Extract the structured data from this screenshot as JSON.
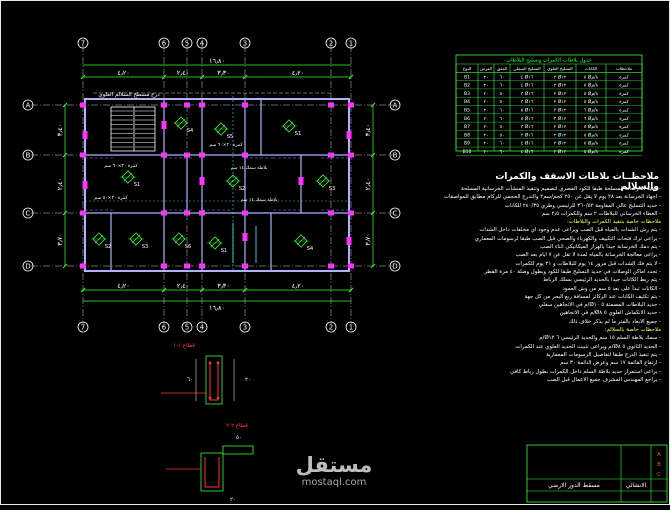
{
  "sheet": {
    "drawing_title": "مسقط الدور الارضي",
    "sheet_label": "الانشائي",
    "tb_marks": [
      "A",
      "B",
      "C"
    ]
  },
  "grid": {
    "columns": [
      "7",
      "6",
      "5",
      "4",
      "3",
      "2",
      "1"
    ],
    "rows": [
      "A",
      "B",
      "C",
      "D"
    ]
  },
  "plan": {
    "stair_label": "درج مسطح السلالم العلوي",
    "top_dims": [
      "٤٫٢٠",
      "٢٫٤٠",
      "٣٫٣٠",
      "٤٫٢٠"
    ],
    "top_total": "١٦٫٨٠",
    "bottom_dims": [
      "٤٫٢٠",
      "٢٫٤٠",
      "٣٫٣٠",
      "٤٫٢٠"
    ],
    "bottom_total": "١٦٫٨٠",
    "left_dims": [
      "٣٫٤٠",
      "٢٫٤٠",
      "٣٫٧٠"
    ],
    "right_dims": [
      "٣٫٤٠",
      "٢٫٤٠",
      "٣٫٧٠"
    ],
    "slab_labels": [
      "S1",
      "S2",
      "S3",
      "S4",
      "S5",
      "S1",
      "S2",
      "S3",
      "S6",
      "S1",
      "S4"
    ],
    "slab_notes": [
      "كمرة ٢٠×٦٠ سم",
      "بلاطة سمك ١٤ سم",
      "كمرة ٢٠×٥٠ سم",
      "بلاطة سمك ١٤ سم",
      "كمرة ٢٠×٦٠ سم"
    ]
  },
  "table": {
    "title": "جدول بلاطات الكمرات وتسليح البلاطات",
    "headers": [
      "النوع",
      "العرض",
      "العمق",
      "التسليح السفلي",
      "التسليح العلوي",
      "الكانات",
      "ملاحظات"
    ],
    "rows": [
      [
        "B1",
        "٢٠",
        "٦٠",
        "٤ Ø١٦",
        "٢ Ø١٢",
        "٥ Ø٨/م",
        "كمرة"
      ],
      [
        "B2",
        "٢٠",
        "٦٠",
        "٤ Ø١٦",
        "٢ Ø١٢",
        "٥ Ø٨/م",
        "كمرة"
      ],
      [
        "B3",
        "٢٠",
        "٥٠",
        "٣ Ø١٦",
        "٢ Ø١٢",
        "٥ Ø٨/م",
        "كمرة"
      ],
      [
        "B4",
        "٢٠",
        "٥٠",
        "٣ Ø١٦",
        "٢ Ø١٢",
        "٥ Ø٨/م",
        "كمرة"
      ],
      [
        "B5",
        "٢٠",
        "٦٠",
        "٥ Ø١٦",
        "٣ Ø١٢",
        "٦ Ø٨/م",
        "كمرة"
      ],
      [
        "B6",
        "٢٠",
        "٦٠",
        "٥ Ø١٦",
        "٣ Ø١٢",
        "٦ Ø٨/م",
        "كمرة"
      ],
      [
        "B7",
        "٢٠",
        "٥٠",
        "٣ Ø١٦",
        "٢ Ø١٢",
        "٥ Ø٨/م",
        "كمرة"
      ],
      [
        "B8",
        "٢٠",
        "٥٠",
        "٣ Ø١٦",
        "٢ Ø١٢",
        "٥ Ø٨/م",
        "كمرة"
      ],
      [
        "B9",
        "٢٠",
        "٦٠",
        "٤ Ø١٦",
        "٢ Ø١٢",
        "٥ Ø٨/م",
        "كمرة"
      ],
      [
        "B10",
        "٢٠",
        "٦٠",
        "٤ Ø١٦",
        "٢ Ø١٢",
        "٥ Ø٨/م",
        "كمرة"
      ]
    ]
  },
  "notes": {
    "title": "ملاحظــات بلاطات الاسقف والكمرات والسلالم",
    "lines": [
      "- تنفيذ الخرسانة المسلحة طبقا للكود المصري لتصميم وتنفيذ المنشآت الخرسانية المسلحة",
      "- اجهاد الخرسانة بعد ٢٨ يوم لا يقل عن ٢٥٠ كجم/سم٢ والتدرج الحجمي للركام مطابق للمواصفات",
      "- حديد التسليح عالي المقاومة ٣٦٠/٥٢ للرئيسي وطري ٢٤٠/٣٥ للكانات",
      "- الغطاء الخرساني للبلاطات ٢ سم وللكمرات ٢٫٥ سم",
      "ملاحظات خاصة بتنفيذ الكمرات والبلاطات:",
      "- يتم رش الشدات بالمياه قبل الصب ويراعى عدم وجود اي مخلفات داخل الشدات",
      "- يراعى ترك فتحات التكييف والكهرباء والصحي قبل الصب طبقا لرسومات المعماري",
      "- يتم دمك الخرسانة جيدا بالهزاز الميكانيكي اثناء الصب",
      "- يراعى معالجة الخرسانة بالمياه لمدة لا تقل عن ٧ ايام بعد الصب",
      "- لا يتم فك الشدات قبل مرور ١٤ يوم للبلاطات و ٢١ يوم للكمرات",
      "- تحدد اماكن الوصلات في حديد التسليح طبقا للكود وبطول وصلة ٤٠ مرة القطر",
      "- يتم ربط الكانات جيدا بالحديد الرئيسي بسلك الرباط",
      "- الكانات تبدأ على بعد ٥ سم من وش العمود",
      "- يتم تكثيف الكانات عند الركائز لمسافة ربع البحر من كل جهة",
      "- حديد البلاطات المصمتة ٥ Ø١٠/م في الاتجاهين سفلي",
      "- حديد الانكماش العلوي ٥ Ø٨/م في الاتجاهين",
      "- جميع الابعاد بالمتر ما لم يذكر خلاف ذلك",
      "ملاحظات خاصة بالسلالم:",
      "- سمك بلاطة السلم ١٥ سم والحديد الرئيسي ٦ Ø١٢/م",
      "- الحديد الثانوي ٥ Ø٨/م ويراعى تثبيت الحديد العلوي عند الكمرات",
      "- يتم تنفيذ الدرج طبقا لتفاصيل الرسومات المعمارية",
      "- ارتفاع القائمة ١٧ سم وعرض النائمة ٣٠ سم",
      "- يراعى استمرار حديد بلاطة السلم داخل الكمرات بطول رباط كافي",
      "- يراجع المهندس المشرف جميع الاعمال قبل الصب"
    ]
  },
  "details": {
    "d1_label": "قطاع ١-١",
    "d1_dims": [
      "٦٠",
      "٢٠"
    ],
    "d2_label": "قطاع ٢-٢",
    "d2_dims": [
      "٥٠",
      "٢٠"
    ]
  },
  "watermark": {
    "ar": "مستقل",
    "en": "mostaql.com"
  },
  "colors": {
    "background": "#000000",
    "grid_line": "#c8c8c8",
    "dimension": "#33ff33",
    "column": "#ff33ff",
    "beam": "#b0b0ff",
    "slab_hatch": "#33ff33",
    "table": "#33ff33",
    "note_text": "#ffffff",
    "note_header": "#ffff55",
    "detail_rebar": "#ff3333",
    "detail_concrete": "#33ff33",
    "titleblock": "#33ff33"
  }
}
